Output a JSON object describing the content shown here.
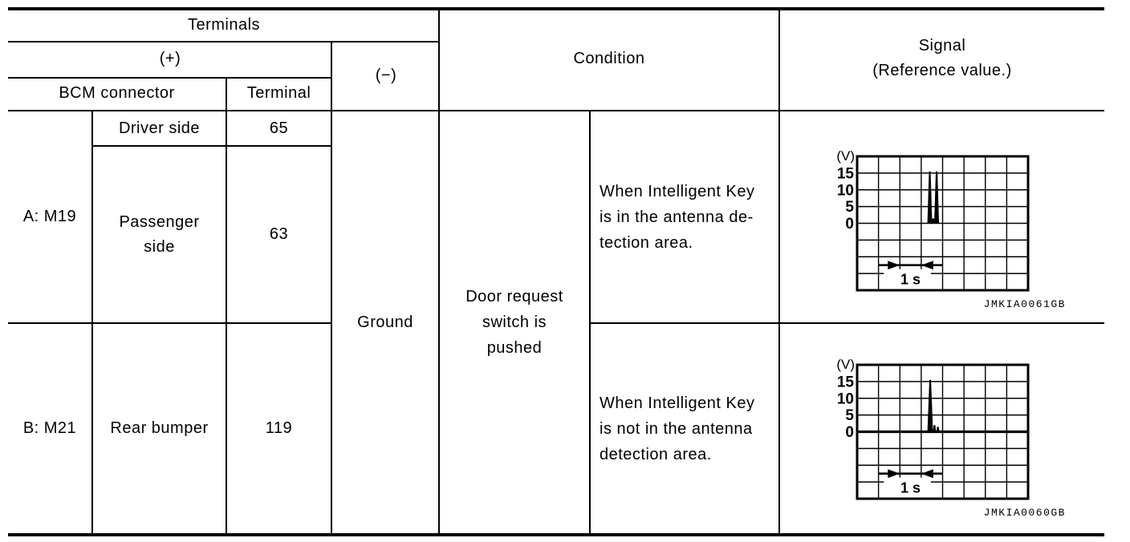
{
  "table": {
    "headers": {
      "terminals": "Terminals",
      "plus": "(+)",
      "minus": "(−)",
      "bcm_connector": "BCM connector",
      "terminal": "Terminal",
      "condition": "Condition",
      "signal_lines": [
        "Signal",
        "(Reference value.)"
      ]
    },
    "body": {
      "connector_a": "A: M19",
      "connector_b": "B: M21",
      "driver_side_label": "Driver side",
      "driver_side_terminal": "65",
      "passenger_side_lines": [
        "Passenger",
        "side"
      ],
      "passenger_side_terminal": "63",
      "rear_bumper_label": "Rear bumper",
      "rear_bumper_terminal": "119",
      "ground": "Ground",
      "condition_main_lines": [
        "Door request",
        "switch is",
        "pushed"
      ],
      "condition_in_area_lines": [
        "When Intelligent Key",
        "is in the antenna de-",
        "tection area."
      ],
      "condition_not_in_area_lines": [
        "When Intelligent Key",
        "is not in the antenna",
        "detection area."
      ]
    }
  },
  "chart_data": [
    {
      "type": "line",
      "title": "",
      "image_id": "JMKIA0061GB",
      "condition": "When Intelligent Key is in the antenna detection area.",
      "y_unit": "(V)",
      "y_ticks": [
        15,
        10,
        5,
        0
      ],
      "ylabel": "",
      "xlabel": "",
      "grid": {
        "cols": 8,
        "rows": 8,
        "zero_row": 4,
        "volts_per_div": 5,
        "grid_on": true
      },
      "bold_baseline": false,
      "x_div_seconds": 1,
      "time_marker": {
        "label": "1 s",
        "row": 6.5,
        "line_from_cell": 1,
        "line_to_cell": 4,
        "span_from_cell": 2,
        "span_to_cell": 3
      },
      "pulses": [
        {
          "x_cell": 3.4,
          "volts": 15.5,
          "base_width": 6
        },
        {
          "x_cell": 3.56,
          "volts": 1.5,
          "base_width": 4
        },
        {
          "x_cell": 3.72,
          "volts": 15.5,
          "base_width": 6
        }
      ]
    },
    {
      "type": "line",
      "title": "",
      "image_id": "JMKIA0060GB",
      "condition": "When Intelligent Key is not in the antenna detection area.",
      "y_unit": "(V)",
      "y_ticks": [
        15,
        10,
        5,
        0
      ],
      "ylabel": "",
      "xlabel": "",
      "grid": {
        "cols": 8,
        "rows": 8,
        "zero_row": 4,
        "volts_per_div": 5,
        "grid_on": true
      },
      "bold_baseline": true,
      "x_div_seconds": 1,
      "time_marker": {
        "label": "1 s",
        "row": 6.5,
        "line_from_cell": 1,
        "line_to_cell": 4,
        "span_from_cell": 2,
        "span_to_cell": 3
      },
      "pulses": [
        {
          "x_cell": 3.42,
          "volts": 15.5,
          "base_width": 7
        },
        {
          "x_cell": 3.62,
          "volts": 2.0,
          "base_width": 4
        },
        {
          "x_cell": 3.78,
          "volts": 1.5,
          "base_width": 4
        }
      ]
    }
  ]
}
